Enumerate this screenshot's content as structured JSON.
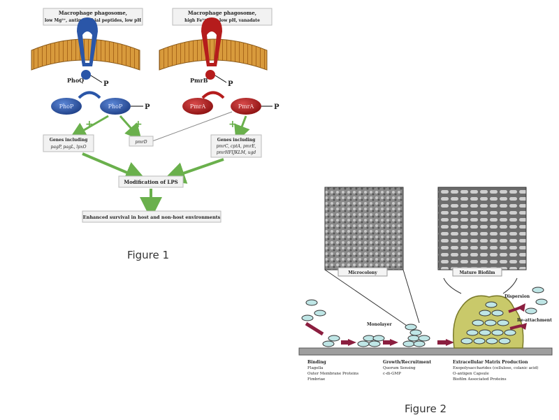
{
  "figure1": {
    "caption": "Figure 1",
    "env_left": [
      "Macrophage phagosome,",
      "low Mg²⁺, antimicrobial peptides, low pH"
    ],
    "env_right": [
      "Macrophage phagosome,",
      "high Fe³⁺/Al³⁺, low pH, vanadate"
    ],
    "phoq_label": "PhoQ",
    "pmrb_label": "PmrB",
    "phosphate": "P",
    "phop_1": "PhoP",
    "phop_2": "PhoP",
    "pmra_1": "PmrA",
    "pmra_2": "PmrA",
    "plus": "+",
    "genes_left": [
      "Genes including",
      "pagP, pagL, lpxO"
    ],
    "pmrd": "pmrD",
    "genes_right": [
      "Genes including",
      "pmrC, cptA, pmrE,",
      "pmrHFIJKLM, ugd"
    ],
    "modification": "Modification of LPS",
    "survival": "Enhanced survival in host and non-host environments"
  },
  "figure2": {
    "caption": "Figure 2",
    "micro_label": "Microcolony",
    "mature_label": "Mature Biofilm",
    "monolayer": "Monolayer",
    "dispersion": "Dispersion",
    "reattachment": "Re-attachment",
    "col1": [
      "Binding",
      "Flagella",
      "Outer Membrane Proteins",
      "Fimbriae"
    ],
    "col2": [
      "Growth/Recruitment",
      "Quorum Sensing",
      "c-di-GMP"
    ],
    "col3": [
      "Extracellular Matrix Production",
      "Exopolysaccharides (cellulose, colanic acid)",
      "O-antigen Capsule",
      "Biofilm Associated Proteins"
    ]
  },
  "colors": {
    "blue": "#2a56a8",
    "red": "#b51c1c",
    "green": "#6ab04c",
    "maroon": "#8b1e3f",
    "membrane": "#d89a3c"
  }
}
